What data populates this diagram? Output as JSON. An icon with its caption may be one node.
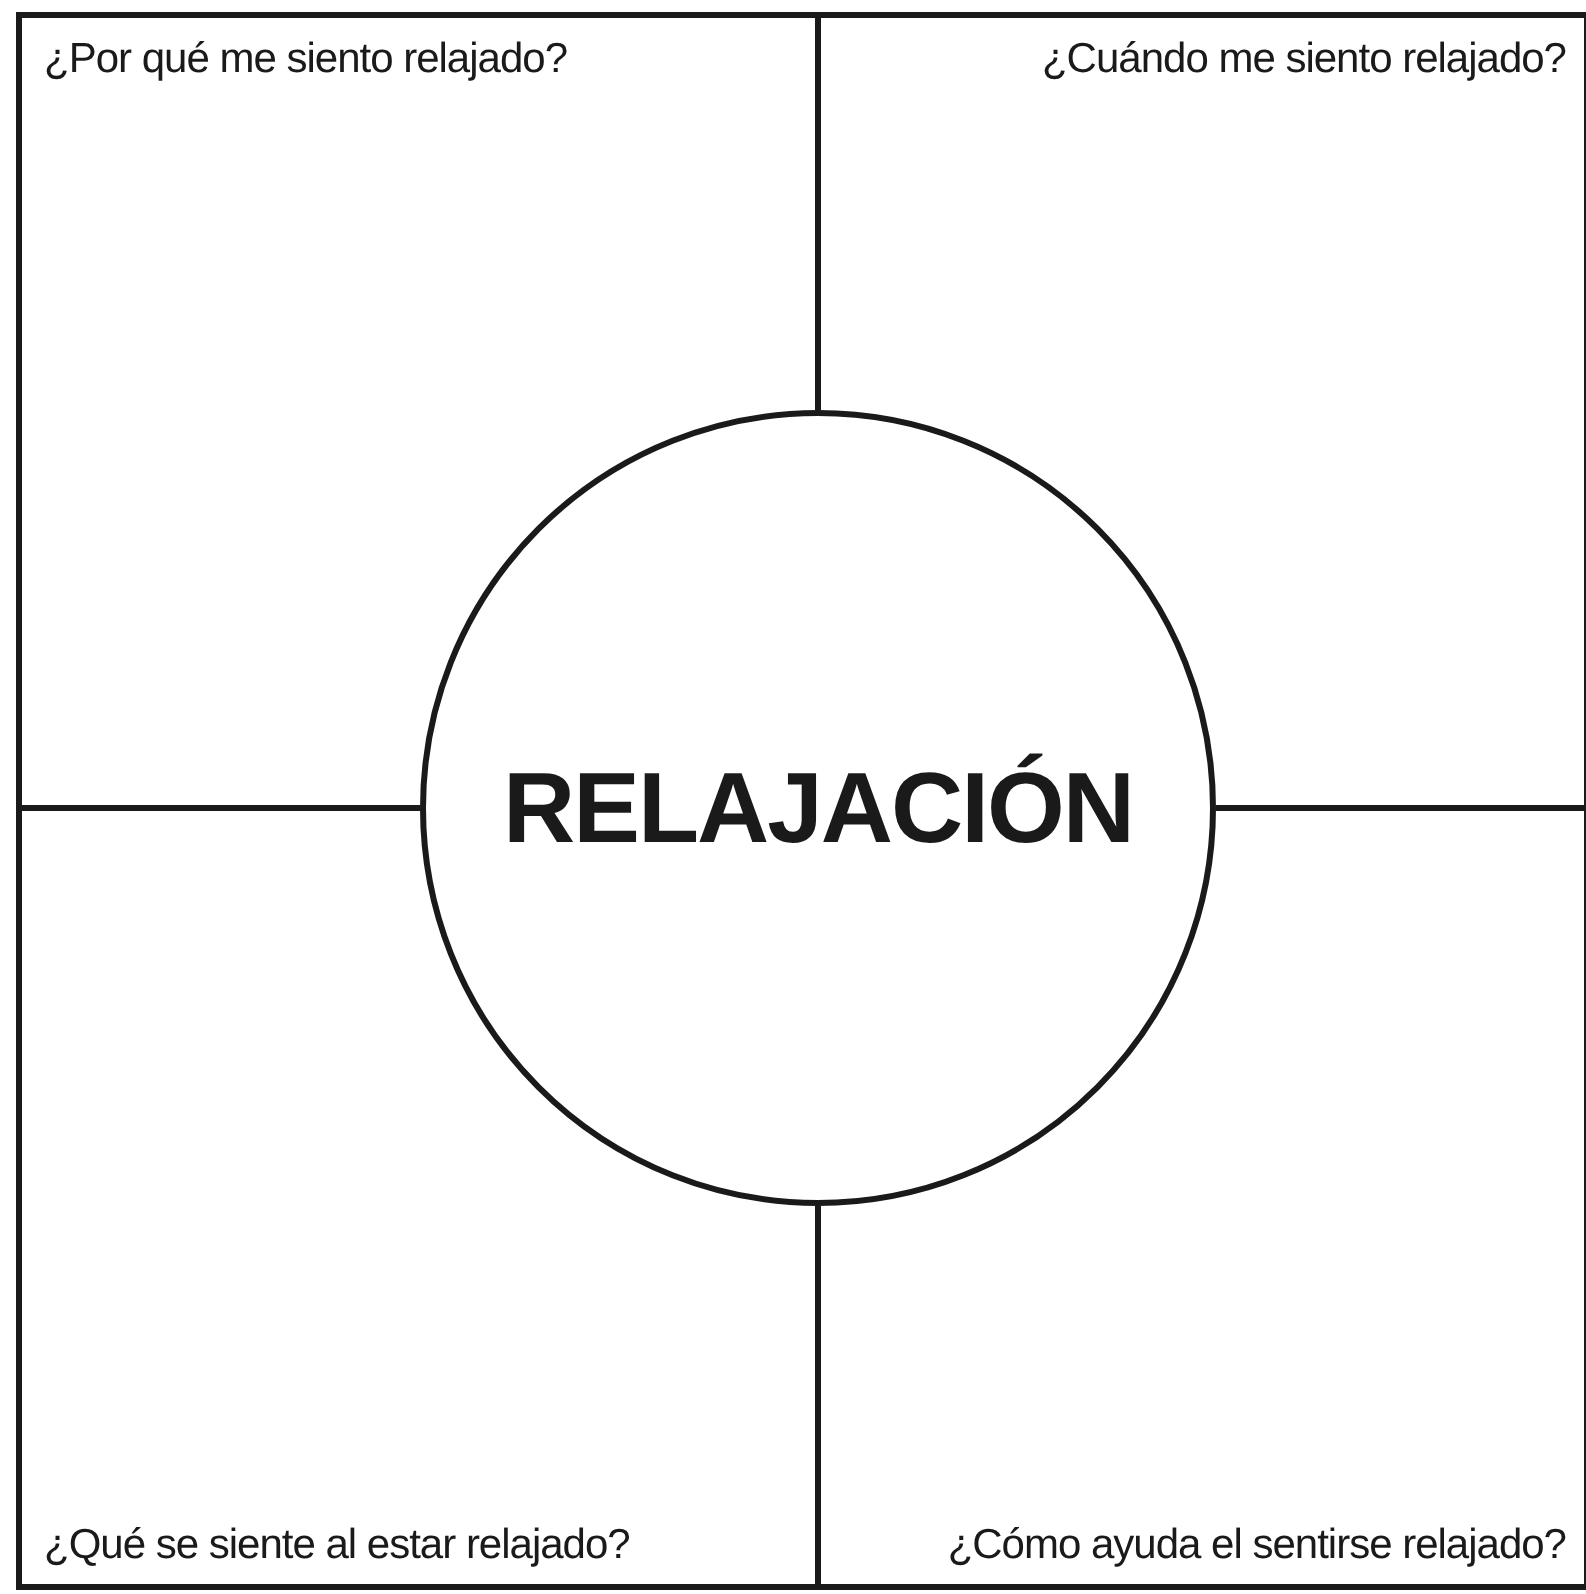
{
  "diagram": {
    "nodes": [
      {
        "text": [
          "¿Por qué me siento relajado?"
        ]
      },
      {
        "text": [
          "¿Cuándo me siento relajado?"
        ]
      },
      {
        "text": [
          "RELAJACIÓN"
        ]
      },
      {
        "text": [
          "¿Qué se siente al estar relajado?"
        ]
      },
      {
        "text": [
          "¿Cómo ayuda el sentirse relajado?"
        ]
      }
    ],
    "edges": []
  }
}
